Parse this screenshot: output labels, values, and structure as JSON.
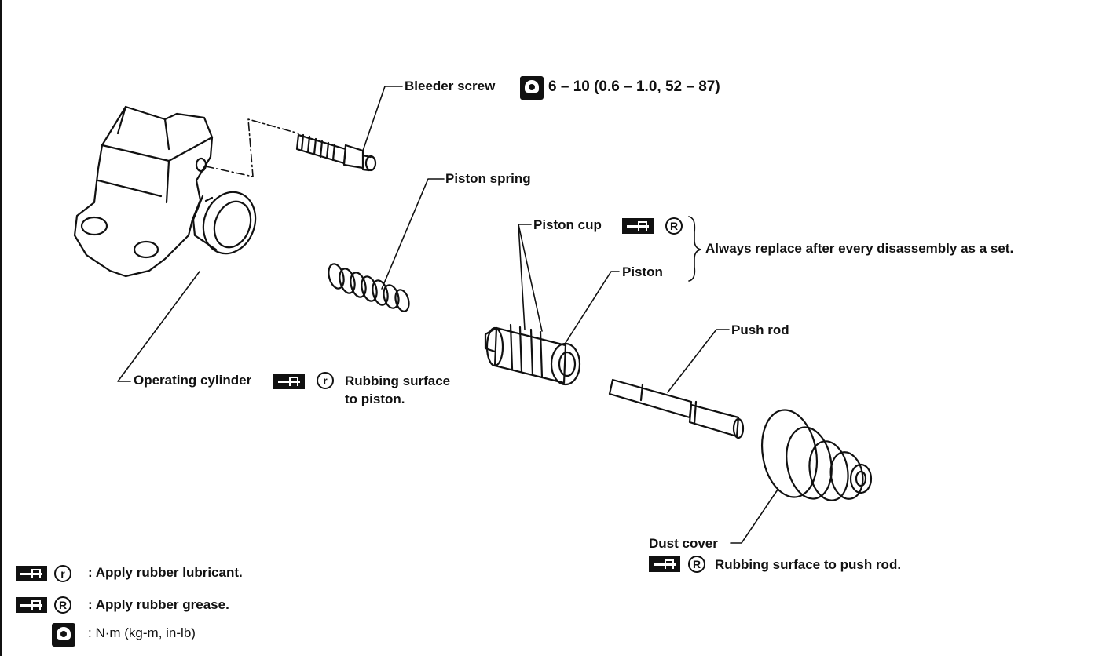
{
  "labels": {
    "bleeder_screw": "Bleeder screw",
    "bleeder_torque": "6 – 10 (0.6 – 1.0, 52 – 87)",
    "piston_spring": "Piston spring",
    "piston_cup": "Piston cup",
    "piston": "Piston",
    "always_replace": "Always replace after every disassembly as a set.",
    "push_rod": "Push rod",
    "operating_cylinder": "Operating cylinder",
    "rubbing_surface_piston_1": "Rubbing surface",
    "rubbing_surface_piston_2": "to piston.",
    "dust_cover": "Dust cover",
    "rubbing_surface_push_rod": "Rubbing surface to push rod."
  },
  "symbols": {
    "small_r": "r",
    "capital_r": "R"
  },
  "legend": {
    "rubber_lubricant": ": Apply rubber lubricant.",
    "rubber_grease": ": Apply rubber grease.",
    "torque_units": ": N·m (kg-m, in-lb)"
  },
  "colors": {
    "ink": "#111111",
    "paper": "#ffffff"
  }
}
